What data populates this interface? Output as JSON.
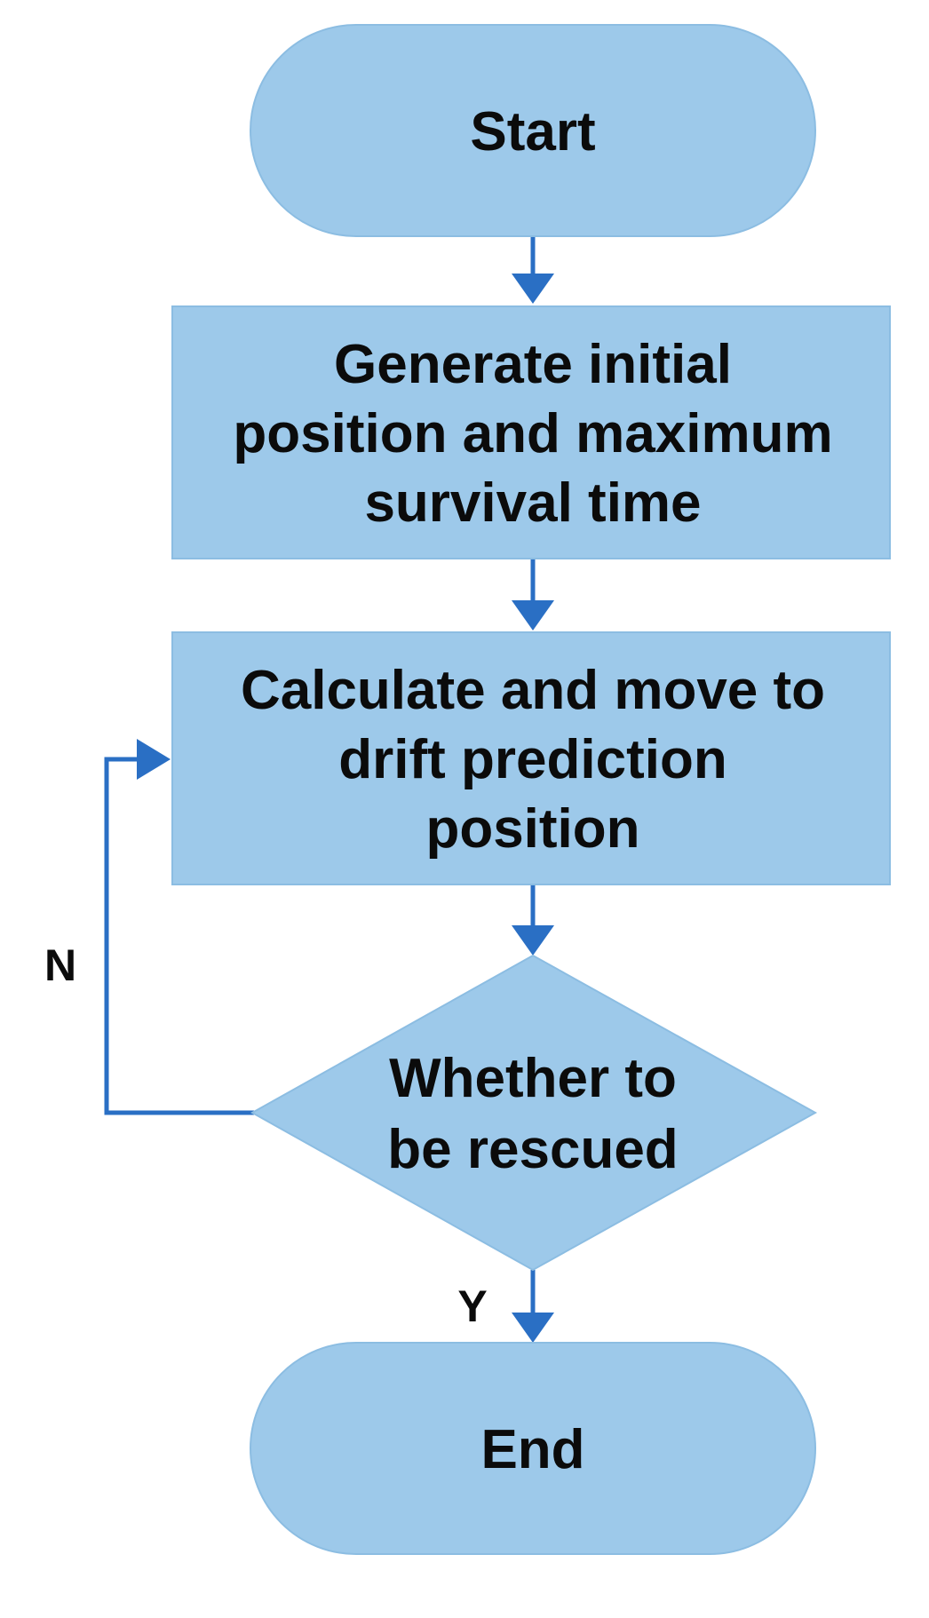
{
  "diagram": {
    "colors": {
      "node_fill": "#9dc9ea",
      "node_stroke": "#8cbde2",
      "arrow": "#2a6fc4"
    },
    "nodes": {
      "start": {
        "shape": "terminator",
        "lines": [
          "Start"
        ]
      },
      "generate": {
        "shape": "process",
        "lines": [
          "Generate initial",
          "position and maximum",
          "survival time"
        ]
      },
      "calculate": {
        "shape": "process",
        "lines": [
          "Calculate and move to",
          "drift prediction",
          "position"
        ]
      },
      "decision": {
        "shape": "decision",
        "lines": [
          "Whether to",
          "be rescued"
        ]
      },
      "end": {
        "shape": "terminator",
        "lines": [
          "End"
        ]
      }
    },
    "edges": {
      "no_label": "N",
      "yes_label": "Y"
    }
  }
}
